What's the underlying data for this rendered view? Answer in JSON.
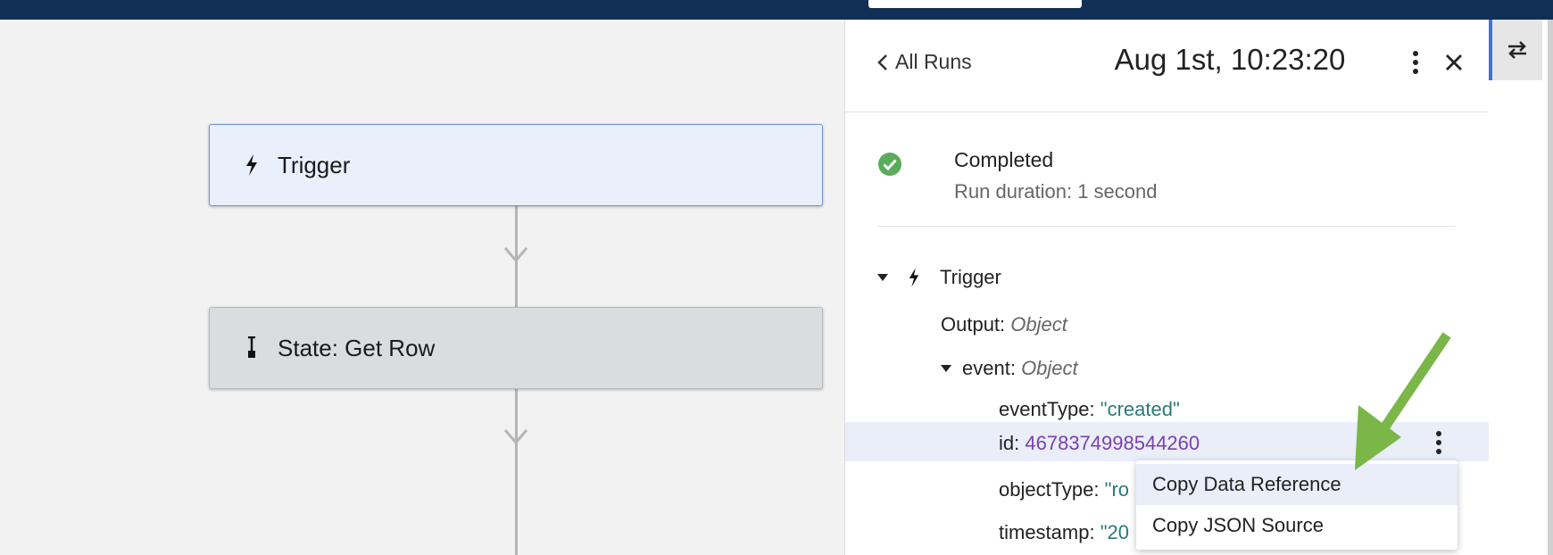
{
  "header": {
    "back_label": "All Runs",
    "run_title": "Aug 1st, 10:23:20"
  },
  "canvas": {
    "nodes": [
      {
        "label": "Trigger",
        "icon": "lightning-icon"
      },
      {
        "label": "State: Get Row",
        "icon": "state-icon"
      }
    ]
  },
  "status": {
    "title": "Completed",
    "duration": "Run duration: 1 second"
  },
  "tree": {
    "trigger_label": "Trigger",
    "output_key": "Output:",
    "output_type": "Object",
    "event_key": "event:",
    "event_type": "Object",
    "fields": [
      {
        "key": "eventType:",
        "value": "\"created\"",
        "kind": "string"
      },
      {
        "key": "id:",
        "value": "4678374998544260",
        "kind": "number"
      },
      {
        "key": "objectType:",
        "value": "\"ro",
        "kind": "string"
      },
      {
        "key": "timestamp:",
        "value": "\"20",
        "kind": "string"
      }
    ]
  },
  "context_menu": {
    "items": [
      "Copy Data Reference",
      "Copy JSON Source"
    ]
  },
  "colors": {
    "topbar": "#122f55",
    "accent": "#3b74dc",
    "success": "#5aac5a",
    "arrow": "#7ab648"
  }
}
